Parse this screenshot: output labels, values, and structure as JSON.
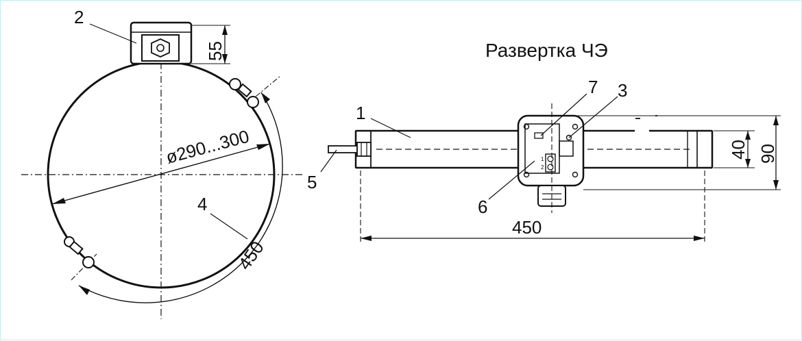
{
  "title": "Развертка ЧЭ",
  "callouts": {
    "c1": "1",
    "c2": "2",
    "c3": "3",
    "c4": "4",
    "c5": "5",
    "c6": "6",
    "c7": "7"
  },
  "dimensions": {
    "diameter": "ø290...300",
    "arc_length": "450",
    "housing_height": "55",
    "unfolded_length": "450",
    "band_width": "40",
    "overall_height": "90"
  },
  "terminals": {
    "t1": "1",
    "t2": "2"
  },
  "colors": {
    "line": "#111111",
    "frame": "#bfeef0"
  }
}
